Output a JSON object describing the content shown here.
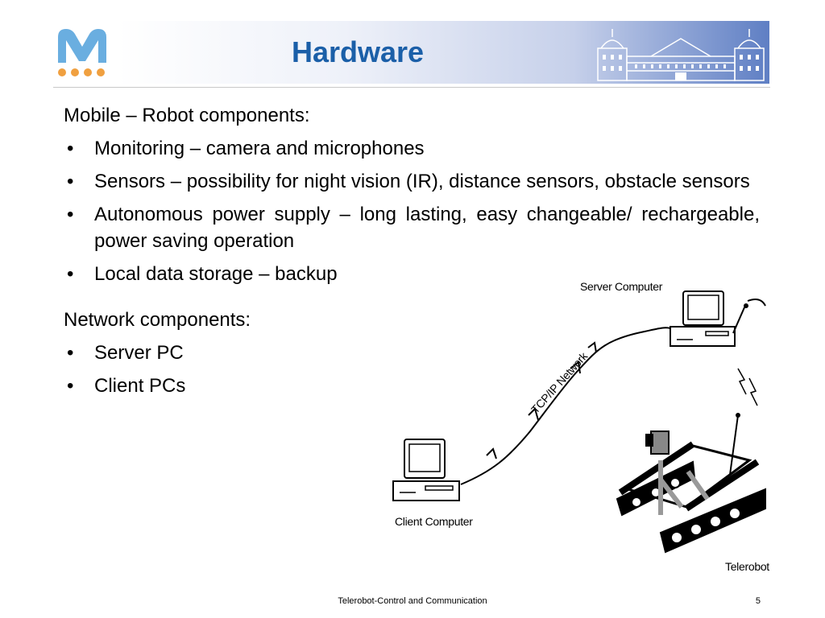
{
  "slide": {
    "title": "Hardware"
  },
  "content": {
    "mobile_heading": "Mobile – Robot components:",
    "mobile_items": [
      "Monitoring – camera and microphones",
      "Sensors – possibility for night vision (IR), distance sensors, obstacle sensors",
      "Autonomous power supply – long lasting, easy changeable/ rechargeable, power saving operation",
      "Local data storage – backup"
    ],
    "network_heading": "Network components:",
    "network_items": [
      "Server PC",
      "Client PCs"
    ]
  },
  "diagram": {
    "server_label": "Server Computer",
    "client_label": "Client Computer",
    "network_label": "TCP/IP Network",
    "robot_label": "Telerobot"
  },
  "footer": {
    "text": "Telerobot-Control and Communication",
    "page_number": "5"
  },
  "colors": {
    "title": "#1b5fa8",
    "logo": "#6aaee0",
    "logo_dots": "#f0a040",
    "header_gradient_end": "#5f7fc4"
  }
}
